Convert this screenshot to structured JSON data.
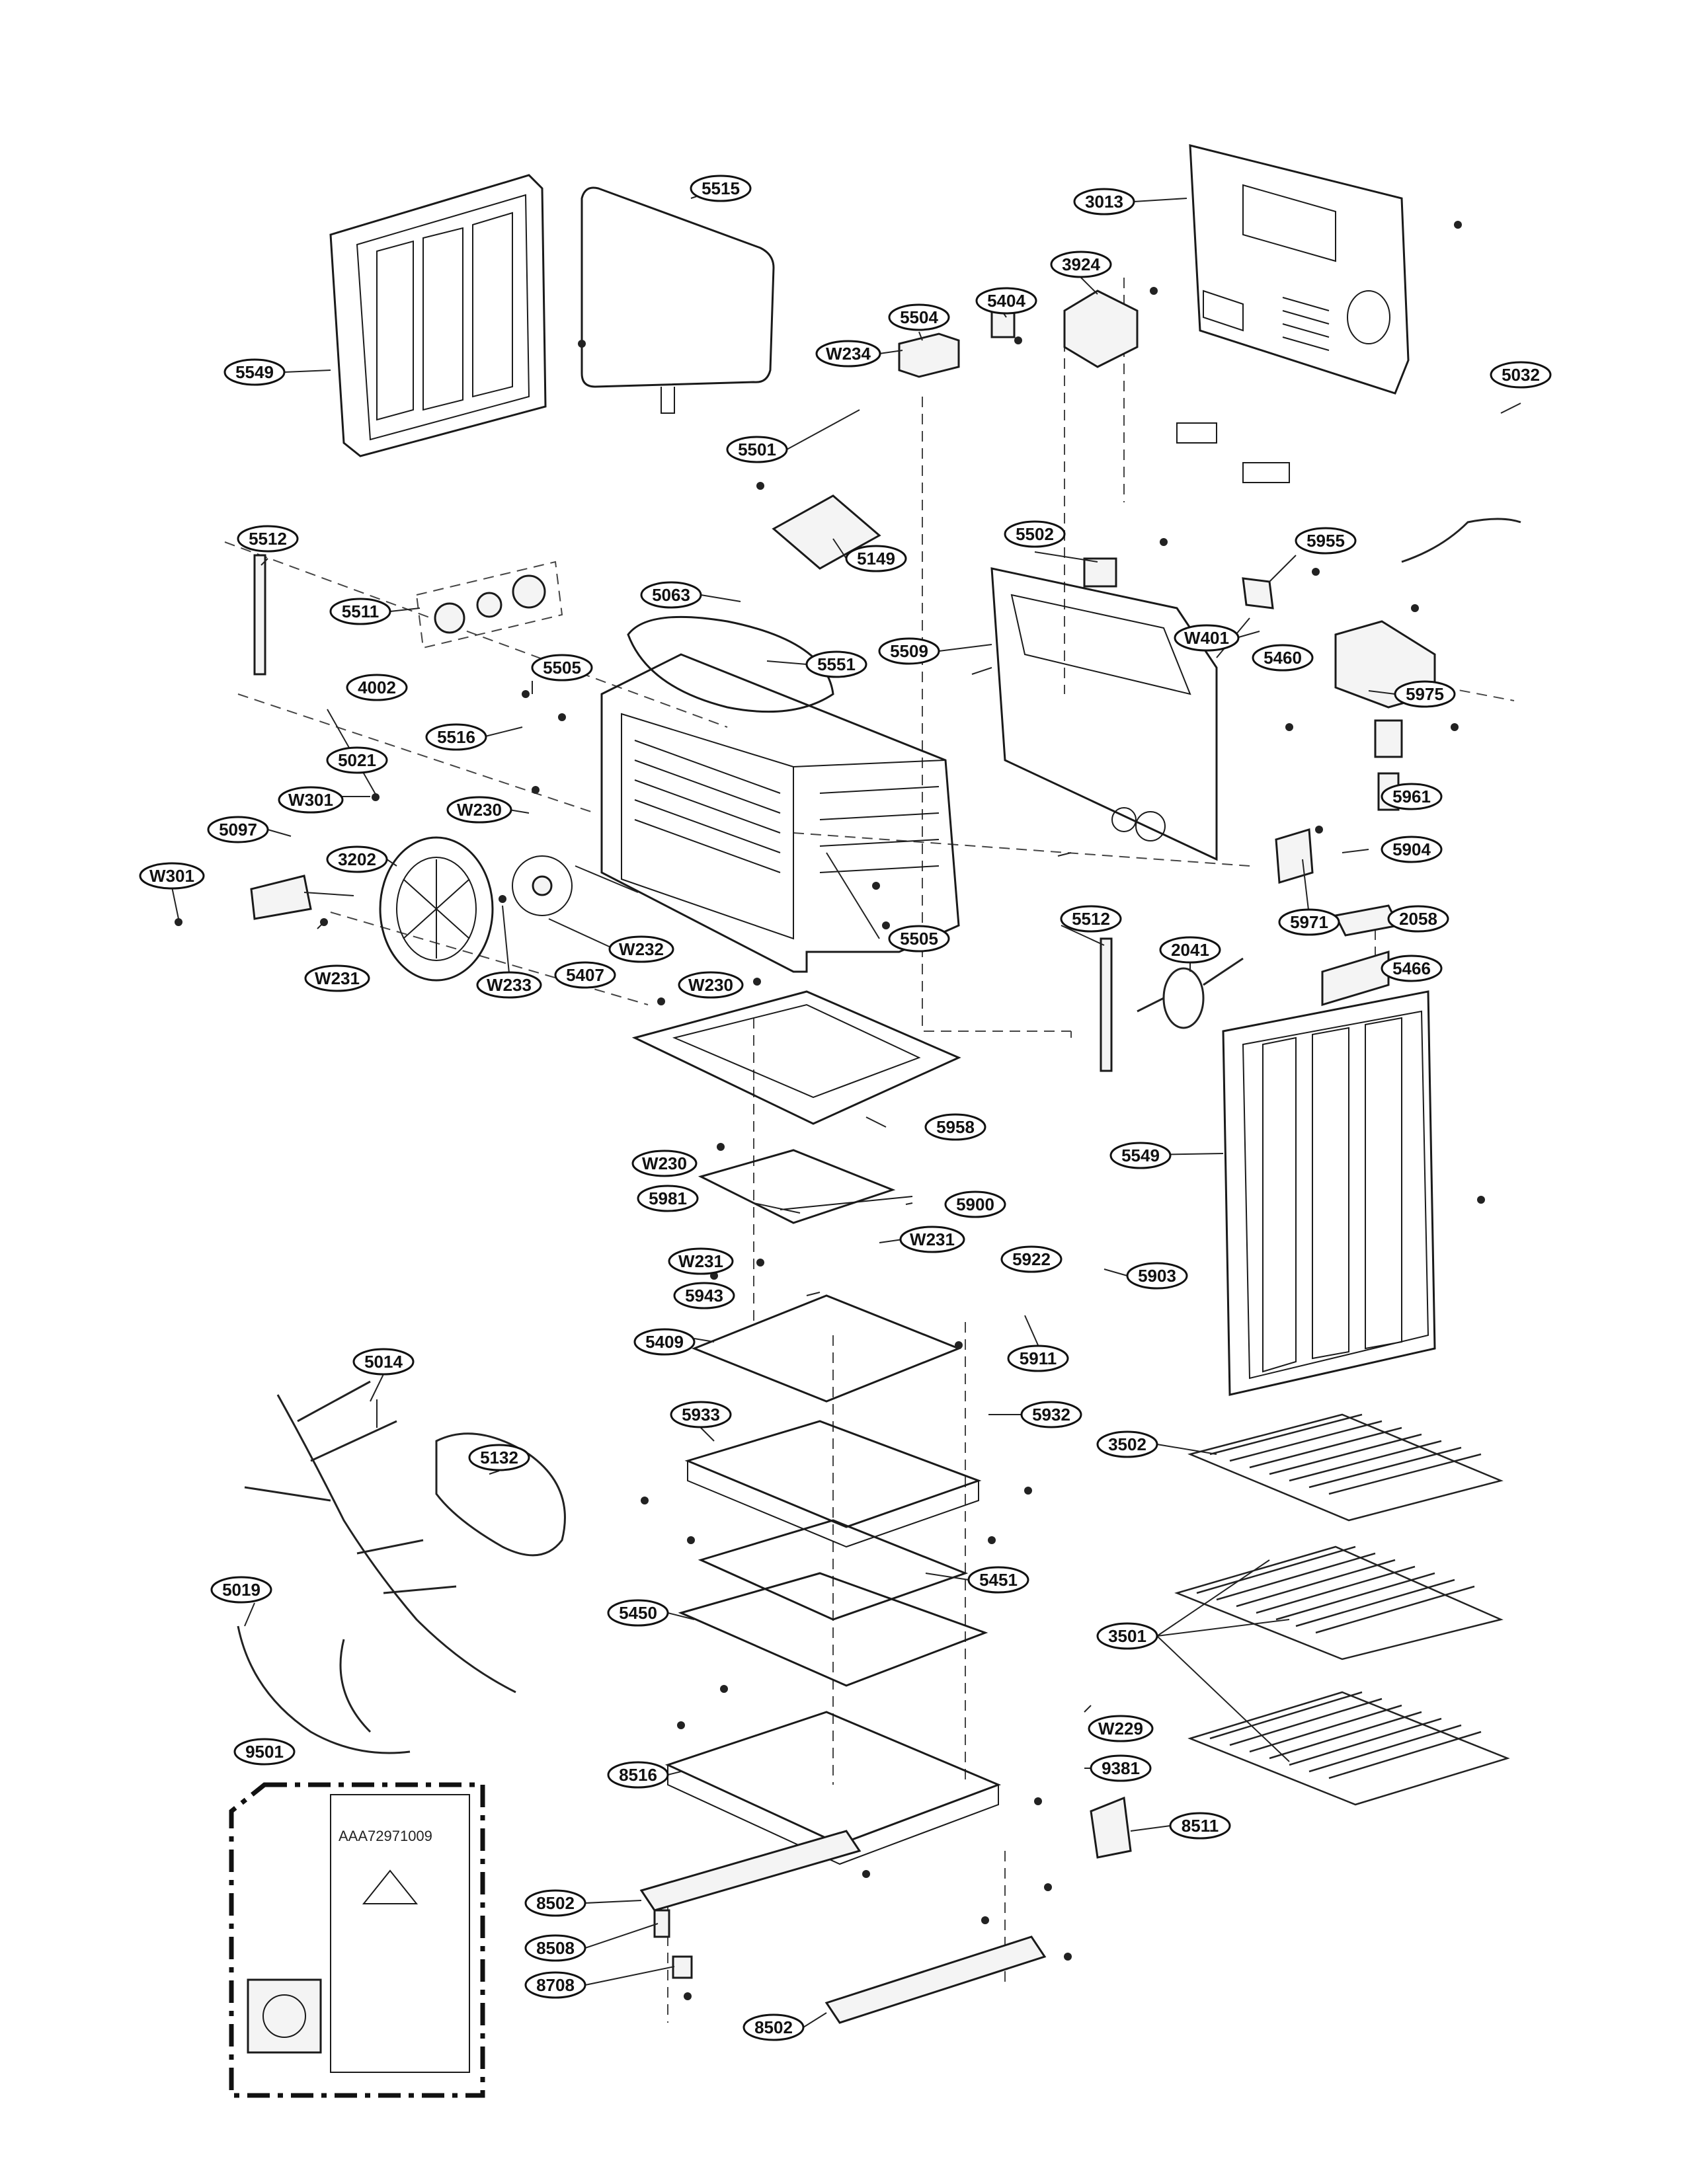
{
  "callouts": [
    {
      "id": "5515",
      "label": "5515"
    },
    {
      "id": "3013",
      "label": "3013"
    },
    {
      "id": "3924",
      "label": "3924"
    },
    {
      "id": "5404",
      "label": "5404"
    },
    {
      "id": "5504",
      "label": "5504"
    },
    {
      "id": "W234",
      "label": "W234"
    },
    {
      "id": "5549a",
      "label": "5549"
    },
    {
      "id": "5501",
      "label": "5501"
    },
    {
      "id": "5032",
      "label": "5032"
    },
    {
      "id": "5512a",
      "label": "5512"
    },
    {
      "id": "5502",
      "label": "5502"
    },
    {
      "id": "5955",
      "label": "5955"
    },
    {
      "id": "5149",
      "label": "5149"
    },
    {
      "id": "5511",
      "label": "5511"
    },
    {
      "id": "5063",
      "label": "5063"
    },
    {
      "id": "W401",
      "label": "W401"
    },
    {
      "id": "5460",
      "label": "5460"
    },
    {
      "id": "5551",
      "label": "5551"
    },
    {
      "id": "5509",
      "label": "5509"
    },
    {
      "id": "5505a",
      "label": "5505"
    },
    {
      "id": "4002",
      "label": "4002"
    },
    {
      "id": "5975",
      "label": "5975"
    },
    {
      "id": "5516",
      "label": "5516"
    },
    {
      "id": "5021",
      "label": "5021"
    },
    {
      "id": "W301a",
      "label": "W301"
    },
    {
      "id": "W230a",
      "label": "W230"
    },
    {
      "id": "5961",
      "label": "5961"
    },
    {
      "id": "5097",
      "label": "5097"
    },
    {
      "id": "3202",
      "label": "3202"
    },
    {
      "id": "5904",
      "label": "5904"
    },
    {
      "id": "W301b",
      "label": "W301"
    },
    {
      "id": "5971",
      "label": "5971"
    },
    {
      "id": "5512b",
      "label": "5512"
    },
    {
      "id": "2058",
      "label": "2058"
    },
    {
      "id": "5505b",
      "label": "5505"
    },
    {
      "id": "W232",
      "label": "W232"
    },
    {
      "id": "2041",
      "label": "2041"
    },
    {
      "id": "5466",
      "label": "5466"
    },
    {
      "id": "W231a",
      "label": "W231"
    },
    {
      "id": "W233",
      "label": "W233"
    },
    {
      "id": "5407",
      "label": "5407"
    },
    {
      "id": "W230b",
      "label": "W230"
    },
    {
      "id": "5958",
      "label": "5958"
    },
    {
      "id": "5549b",
      "label": "5549"
    },
    {
      "id": "W230c",
      "label": "W230"
    },
    {
      "id": "5981",
      "label": "5981"
    },
    {
      "id": "5900",
      "label": "5900"
    },
    {
      "id": "W231b",
      "label": "W231"
    },
    {
      "id": "W231c",
      "label": "W231"
    },
    {
      "id": "5922",
      "label": "5922"
    },
    {
      "id": "5903",
      "label": "5903"
    },
    {
      "id": "5943",
      "label": "5943"
    },
    {
      "id": "5911",
      "label": "5911"
    },
    {
      "id": "5014",
      "label": "5014"
    },
    {
      "id": "5409",
      "label": "5409"
    },
    {
      "id": "5933",
      "label": "5933"
    },
    {
      "id": "5932",
      "label": "5932"
    },
    {
      "id": "3502",
      "label": "3502"
    },
    {
      "id": "5132",
      "label": "5132"
    },
    {
      "id": "5451",
      "label": "5451"
    },
    {
      "id": "5019",
      "label": "5019"
    },
    {
      "id": "5450",
      "label": "5450"
    },
    {
      "id": "3501",
      "label": "3501"
    },
    {
      "id": "W229",
      "label": "W229"
    },
    {
      "id": "9501",
      "label": "9501"
    },
    {
      "id": "8516",
      "label": "8516"
    },
    {
      "id": "9381",
      "label": "9381"
    },
    {
      "id": "8511",
      "label": "8511"
    },
    {
      "id": "8502a",
      "label": "8502"
    },
    {
      "id": "8508",
      "label": "8508"
    },
    {
      "id": "8708",
      "label": "8708"
    },
    {
      "id": "8502b",
      "label": "8502"
    }
  ],
  "kit_bag": {
    "part_number": "AAA72971009"
  }
}
